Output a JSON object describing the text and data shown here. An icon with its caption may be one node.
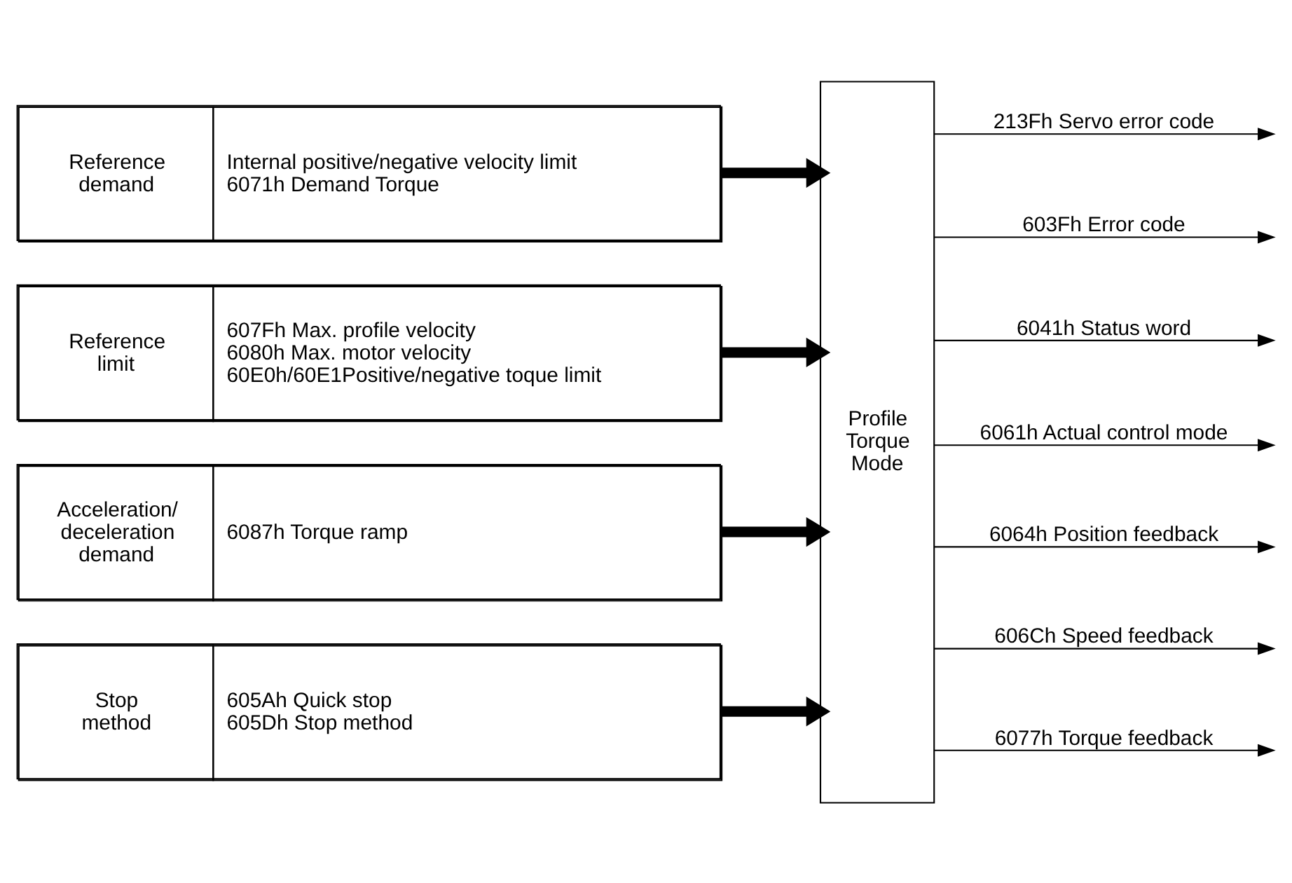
{
  "diagram": {
    "nodes": [
      {
        "text": [
          "Reference demand",
          "Internal positive/negative velocity limit",
          "6071h Demand Torque"
        ]
      },
      {
        "text": [
          "Reference limit",
          "607Fh Max. profile velocity",
          "6080h Max. motor velocity",
          "60E0h/60E1Positive/negative toque limit"
        ]
      },
      {
        "text": [
          "Acceleration/ deceleration demand",
          "6087h Torque ramp"
        ]
      },
      {
        "text": [
          "Stop method",
          "605Ah Quick stop",
          "605Dh Stop method"
        ]
      },
      {
        "text": [
          "Profile Torque Mode"
        ]
      }
    ],
    "edges": [
      {
        "from": 0,
        "to": 4,
        "arrow": "to",
        "style": "thick"
      },
      {
        "from": 1,
        "to": 4,
        "arrow": "to",
        "style": "thick"
      },
      {
        "from": 2,
        "to": 4,
        "arrow": "to",
        "style": "thick"
      },
      {
        "from": 3,
        "to": 4,
        "arrow": "to",
        "style": "thick"
      },
      {
        "from": 4,
        "to": null,
        "arrow": "to",
        "label": "213Fh Servo error code"
      },
      {
        "from": 4,
        "to": null,
        "arrow": "to",
        "label": "603Fh Error code"
      },
      {
        "from": 4,
        "to": null,
        "arrow": "to",
        "label": "6041h Status word"
      },
      {
        "from": 4,
        "to": null,
        "arrow": "to",
        "label": "6061h Actual control mode"
      },
      {
        "from": 4,
        "to": null,
        "arrow": "to",
        "label": "6064h Position feedback"
      },
      {
        "from": 4,
        "to": null,
        "arrow": "to",
        "label": "606Ch Speed feedback"
      },
      {
        "from": 4,
        "to": null,
        "arrow": "to",
        "label": "6077h Torque feedback"
      }
    ]
  }
}
